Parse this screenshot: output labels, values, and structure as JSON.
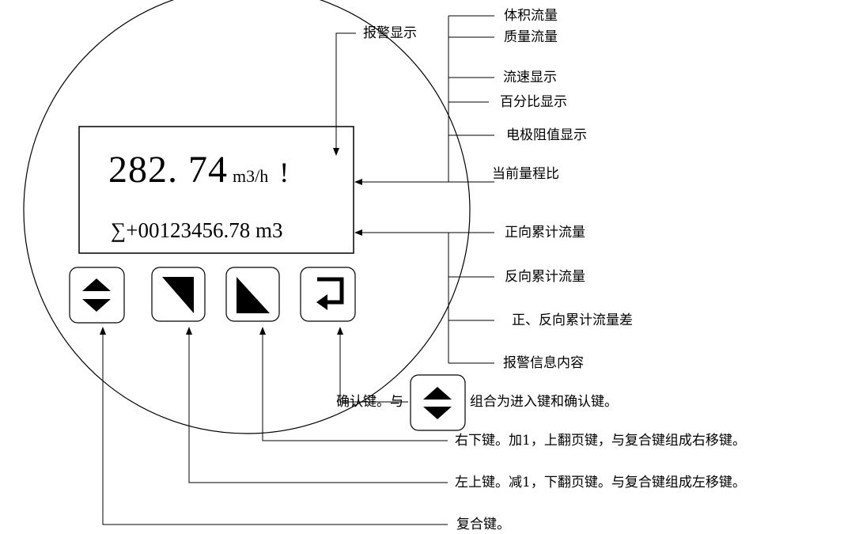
{
  "display": {
    "flow_value": "282. 74",
    "flow_unit": "m3/h",
    "alarm_mark": "!",
    "total_symbol": "∑",
    "total_value": "+00123456.78 m3"
  },
  "labels": {
    "alarm_display": "报警显示",
    "volume_flow": "体积流量",
    "mass_flow": "质量流量",
    "velocity_display": "流速显示",
    "percent_display": "百分比显示",
    "electrode_resistance_display": "电极阻值显示",
    "current_range_ratio": "当前量程比",
    "forward_total": "正向累计流量",
    "reverse_total": "反向累计流量",
    "net_total": "正、反向累计流量差",
    "alarm_info": "报警信息内容"
  },
  "keys": {
    "enter_desc_before": "确认键。与",
    "enter_desc_after": "组合为进入键和确认键。",
    "right_down_desc": "右下键。加1，上翻页键，与复合键组成右移键。",
    "left_up_desc": "左上键。减1，下翻页键。与复合键组成左移键。",
    "compound_desc": "复合键。"
  },
  "icons": {
    "compound_key": "up-down-triangles-icon",
    "left_up_key": "top-right-triangle-icon",
    "right_down_key": "bottom-right-triangle-icon",
    "enter_key": "return-arrow-icon"
  }
}
